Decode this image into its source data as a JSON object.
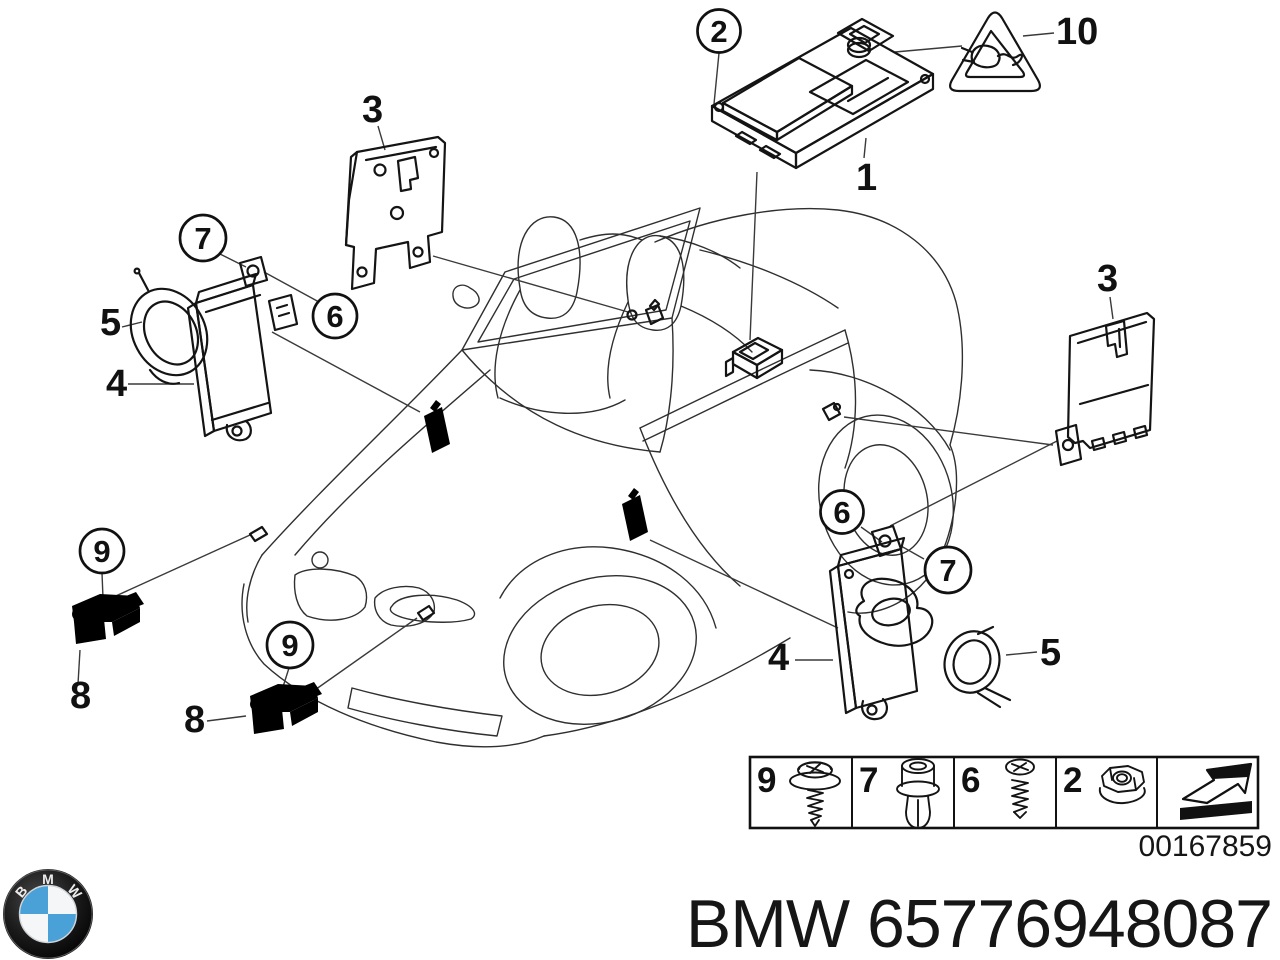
{
  "colors": {
    "background": "#ffffff",
    "ink": "#111111",
    "bmw_blue": "#4aa1d8"
  },
  "callouts": {
    "part1": "1",
    "part2": "2",
    "part3_left": "3",
    "part3_right": "3",
    "part4_left": "4",
    "part4_right": "4",
    "part5_left": "5",
    "part5_right": "5",
    "part6_left": "6",
    "part6_right": "6",
    "part7_left": "7",
    "part7_right": "7",
    "part8_front": "8",
    "part8_side": "8",
    "part9_front": "9",
    "part9_side": "9",
    "part10": "10"
  },
  "legend": {
    "items": [
      {
        "ref": "9",
        "icon": "screw-with-washer-icon"
      },
      {
        "ref": "7",
        "icon": "expansion-rivet-icon"
      },
      {
        "ref": "6",
        "icon": "oval-head-screw-icon"
      },
      {
        "ref": "2",
        "icon": "hex-flange-nut-icon"
      },
      {
        "ref": "",
        "icon": "continuation-arrow-icon"
      }
    ],
    "doc_number": "00167859"
  },
  "footer": {
    "part_number": "BMW 65776948087",
    "logo_letters": [
      "B",
      "M",
      "W"
    ]
  }
}
